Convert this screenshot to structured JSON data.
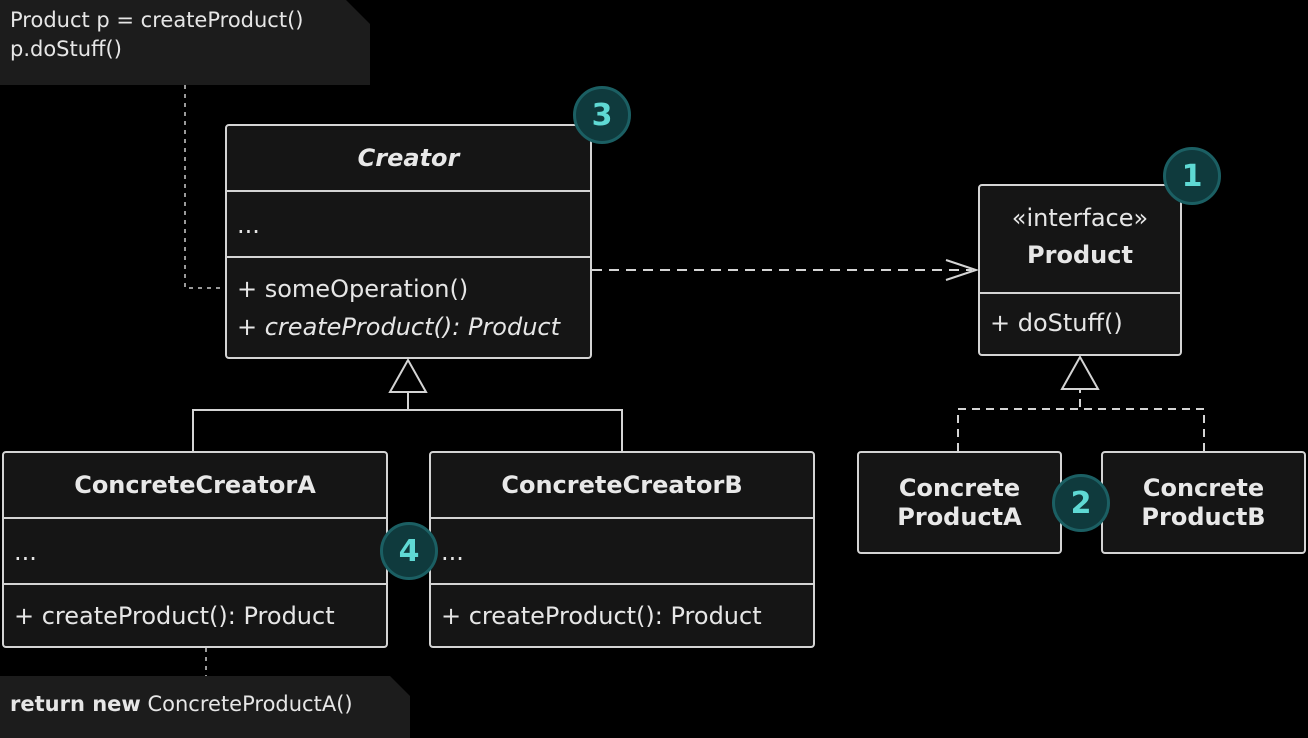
{
  "notes": {
    "top": {
      "line1": "Product p = createProduct()",
      "line2": "p.doStuff()"
    },
    "bottom": {
      "keyword": "return new",
      "rest": " ConcreteProductA()"
    }
  },
  "creator": {
    "name": "Creator",
    "fields": "...",
    "op1": "+ someOperation()",
    "op2": "+ createProduct(): Product"
  },
  "product": {
    "stereotype": "«interface»",
    "name": "Product",
    "op": "+ doStuff()"
  },
  "concrete_creator_a": {
    "name": "ConcreteCreatorA",
    "fields": "...",
    "op": "+ createProduct(): Product"
  },
  "concrete_creator_b": {
    "name": "ConcreteCreatorB",
    "fields": "...",
    "op": "+ createProduct(): Product"
  },
  "concrete_product_a": {
    "line1": "Concrete",
    "line2": "ProductA"
  },
  "concrete_product_b": {
    "line1": "Concrete",
    "line2": "ProductB"
  },
  "badges": {
    "b1": "1",
    "b2": "2",
    "b3": "3",
    "b4": "4"
  },
  "colors": {
    "line": "#d4d4d4",
    "badge_fill": "#0f3a3d",
    "badge_text": "#5fd9d4",
    "background": "#000000"
  }
}
